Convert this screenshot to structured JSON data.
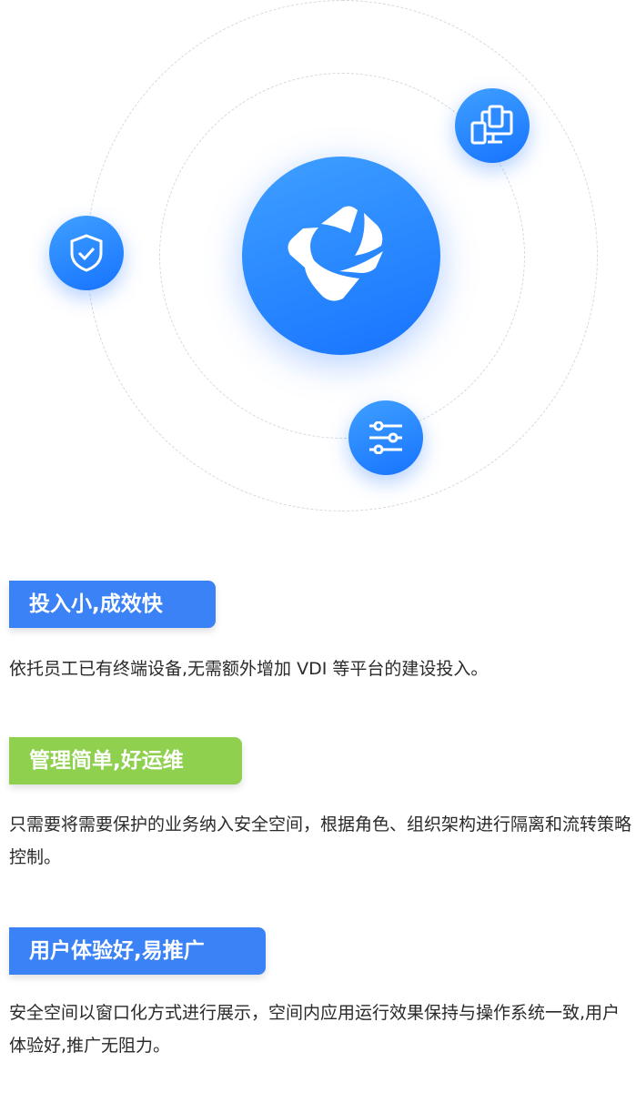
{
  "colors": {
    "blue": "#3b82f6",
    "green": "#8fd14f"
  },
  "icons": [
    "shield-check-icon",
    "devices-icon",
    "logo-icon",
    "sliders-icon"
  ],
  "features": [
    {
      "title": "投入小,成效快",
      "desc": "依托员工已有终端设备,无需额外增加 VDI 等平台的建设投入。"
    },
    {
      "title": "管理简单,好运维",
      "desc": "只需要将需要保护的业务纳入安全空间，根据角色、组织架构进行隔离和流转策略控制。"
    },
    {
      "title": "用户体验好,易推广",
      "desc": "安全空间以窗口化方式进行展示，空间内应用运行效果保持与操作系统一致,用户体验好,推广无阻力。"
    }
  ]
}
